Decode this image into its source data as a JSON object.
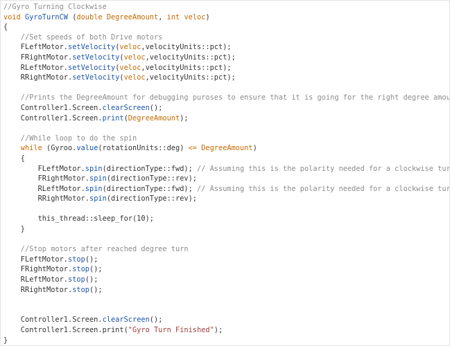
{
  "editor": {
    "lines": [
      [
        {
          "t": "//Gyro Turning Clockwise",
          "c": "comment"
        }
      ],
      [
        {
          "t": "void ",
          "c": "keyword"
        },
        {
          "t": "GyroTurnCW",
          "c": "func"
        },
        {
          "t": " (",
          "c": "plain"
        },
        {
          "t": "double ",
          "c": "keyword"
        },
        {
          "t": "DegreeAmount",
          "c": "param"
        },
        {
          "t": ", ",
          "c": "plain"
        },
        {
          "t": "int ",
          "c": "keyword"
        },
        {
          "t": "veloc",
          "c": "param"
        },
        {
          "t": ")",
          "c": "plain"
        }
      ],
      [
        {
          "t": "{",
          "c": "plain"
        }
      ],
      [
        {
          "t": "    //Set speeds of both Drive motors",
          "c": "comment"
        }
      ],
      [
        {
          "t": "    FLeftMotor.",
          "c": "plain"
        },
        {
          "t": "setVelocity",
          "c": "func"
        },
        {
          "t": "(",
          "c": "plain"
        },
        {
          "t": "veloc",
          "c": "param"
        },
        {
          "t": ",velocityUnits::pct);",
          "c": "plain"
        }
      ],
      [
        {
          "t": "    FRightMotor.",
          "c": "plain"
        },
        {
          "t": "setVelocity",
          "c": "func"
        },
        {
          "t": "(",
          "c": "plain"
        },
        {
          "t": "veloc",
          "c": "param"
        },
        {
          "t": ",velocityUnits::pct);",
          "c": "plain"
        }
      ],
      [
        {
          "t": "    RLeftMotor.",
          "c": "plain"
        },
        {
          "t": "setVelocity",
          "c": "func"
        },
        {
          "t": "(",
          "c": "plain"
        },
        {
          "t": "veloc",
          "c": "param"
        },
        {
          "t": ",velocityUnits::pct);",
          "c": "plain"
        }
      ],
      [
        {
          "t": "    RRightMotor.",
          "c": "plain"
        },
        {
          "t": "setVelocity",
          "c": "func"
        },
        {
          "t": "(",
          "c": "plain"
        },
        {
          "t": "veloc",
          "c": "param"
        },
        {
          "t": ",velocityUnits::pct);",
          "c": "plain"
        }
      ],
      [],
      [
        {
          "t": "    //Prints the DegreeAmount for debugging puroses to ensure that it is going for the right degree amount",
          "c": "comment"
        }
      ],
      [
        {
          "t": "    Controller1.Screen.",
          "c": "plain"
        },
        {
          "t": "clearScreen",
          "c": "func"
        },
        {
          "t": "();",
          "c": "plain"
        }
      ],
      [
        {
          "t": "    Controller1.Screen.",
          "c": "plain"
        },
        {
          "t": "print",
          "c": "func"
        },
        {
          "t": "(",
          "c": "plain"
        },
        {
          "t": "DegreeAmount",
          "c": "param"
        },
        {
          "t": ");",
          "c": "plain"
        }
      ],
      [],
      [
        {
          "t": "    //While loop to do the spin",
          "c": "comment"
        }
      ],
      [
        {
          "t": "    while ",
          "c": "keyword"
        },
        {
          "t": "(Gyroo.",
          "c": "plain"
        },
        {
          "t": "value",
          "c": "func"
        },
        {
          "t": "(rotationUnits::deg) ",
          "c": "plain"
        },
        {
          "t": "<=",
          "c": "op"
        },
        {
          "t": " ",
          "c": "plain"
        },
        {
          "t": "DegreeAmount",
          "c": "param"
        },
        {
          "t": ")",
          "c": "plain"
        }
      ],
      [
        {
          "t": "    {",
          "c": "plain"
        }
      ],
      [
        {
          "t": "        FLeftMotor.",
          "c": "plain"
        },
        {
          "t": "spin",
          "c": "func"
        },
        {
          "t": "(directionType::fwd); ",
          "c": "plain"
        },
        {
          "t": "// Assuming this is the polarity needed for a clockwise turn",
          "c": "comment"
        }
      ],
      [
        {
          "t": "        FRightMotor.",
          "c": "plain"
        },
        {
          "t": "spin",
          "c": "func"
        },
        {
          "t": "(directionType::rev);",
          "c": "plain"
        }
      ],
      [
        {
          "t": "        RLeftMotor.",
          "c": "plain"
        },
        {
          "t": "spin",
          "c": "func"
        },
        {
          "t": "(directionType::fwd); ",
          "c": "plain"
        },
        {
          "t": "// Assuming this is the polarity needed for a clockwise turn",
          "c": "comment"
        }
      ],
      [
        {
          "t": "        RRightMotor.",
          "c": "plain"
        },
        {
          "t": "spin",
          "c": "func"
        },
        {
          "t": "(directionType::rev);",
          "c": "plain"
        }
      ],
      [],
      [
        {
          "t": "        this_thread::sleep_for(10);",
          "c": "plain"
        }
      ],
      [
        {
          "t": "    }",
          "c": "plain"
        }
      ],
      [],
      [
        {
          "t": "    //Stop motors after reached degree turn",
          "c": "comment"
        }
      ],
      [
        {
          "t": "    FLeftMotor.",
          "c": "plain"
        },
        {
          "t": "stop",
          "c": "func"
        },
        {
          "t": "();",
          "c": "plain"
        }
      ],
      [
        {
          "t": "    FRightMotor.",
          "c": "plain"
        },
        {
          "t": "stop",
          "c": "func"
        },
        {
          "t": "();",
          "c": "plain"
        }
      ],
      [
        {
          "t": "    RLeftMotor.",
          "c": "plain"
        },
        {
          "t": "stop",
          "c": "func"
        },
        {
          "t": "();",
          "c": "plain"
        }
      ],
      [
        {
          "t": "    RRightMotor.",
          "c": "plain"
        },
        {
          "t": "stop",
          "c": "func"
        },
        {
          "t": "();",
          "c": "plain"
        }
      ],
      [],
      [],
      [
        {
          "t": "    Controller1.Screen.",
          "c": "plain"
        },
        {
          "t": "clearScreen",
          "c": "func"
        },
        {
          "t": "();",
          "c": "plain"
        }
      ],
      [
        {
          "t": "    Controller1.Screen.print(",
          "c": "plain"
        },
        {
          "t": "\"Gyro Turn Finished\"",
          "c": "string"
        },
        {
          "t": ");",
          "c": "plain"
        }
      ],
      [
        {
          "t": "}",
          "c": "plain"
        }
      ]
    ]
  },
  "colors": {
    "comment": "#8c8c8c",
    "keyword": "#c46b00",
    "function": "#1b55a8",
    "string": "#a33d3d",
    "text": "#333333"
  }
}
